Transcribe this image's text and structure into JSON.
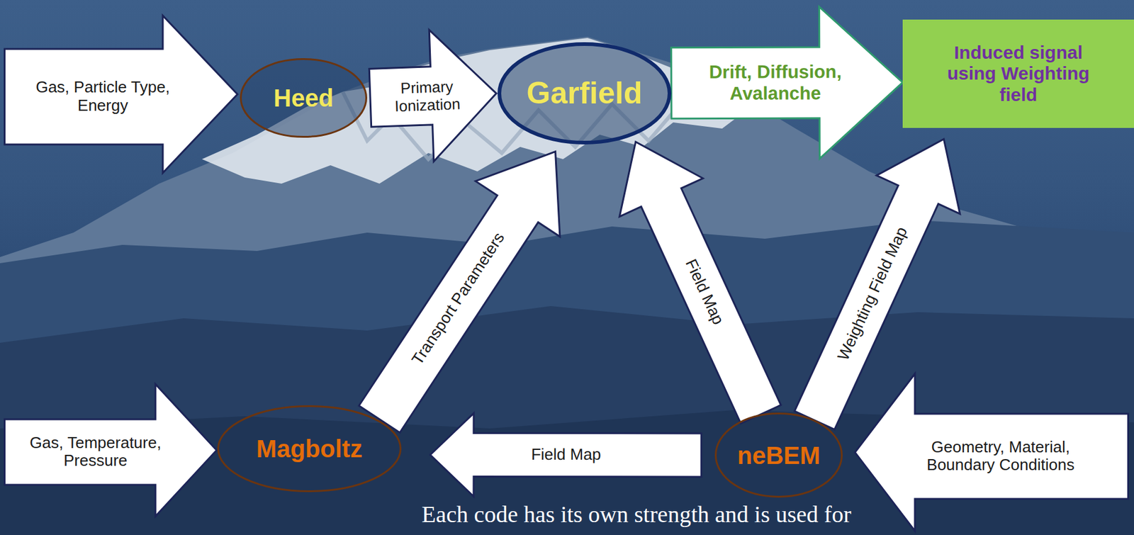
{
  "diagram": {
    "caption": "Each code has its own strength and is used for",
    "nodes": [
      {
        "text": [
          "Gas, Particle Type, Energy"
        ]
      },
      {
        "text": [
          "Heed"
        ]
      },
      {
        "text": [
          "Garfield"
        ]
      },
      {
        "text": [
          "Induced signal using Weighting field"
        ]
      },
      {
        "text": [
          "Gas, Temperature, Pressure"
        ]
      },
      {
        "text": [
          "Magboltz"
        ]
      },
      {
        "text": [
          "neBEM"
        ]
      },
      {
        "text": [
          "Geometry, Material, Boundary Conditions"
        ]
      }
    ],
    "edges": [
      {
        "from": 1,
        "to": 2,
        "label": "Primary Ionization",
        "arrow": "to"
      },
      {
        "from": 2,
        "to": 3,
        "label": "Drift, Diffusion, Avalanche",
        "arrow": "to"
      },
      {
        "from": 5,
        "to": 2,
        "label": "Transport Parameters",
        "arrow": "to"
      },
      {
        "from": 6,
        "to": 2,
        "label": "Field Map",
        "arrow": "to"
      },
      {
        "from": 6,
        "to": 3,
        "label": "Weighting Field Map",
        "arrow": "to"
      },
      {
        "from": 6,
        "to": 5,
        "label": "Field Map",
        "arrow": "to"
      }
    ]
  }
}
